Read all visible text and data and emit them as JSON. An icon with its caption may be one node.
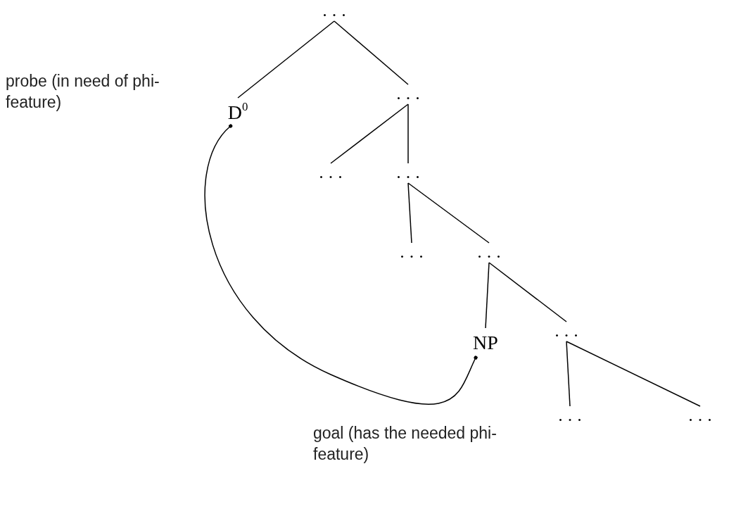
{
  "diagram": {
    "nodes": [
      {
        "text": [
          "..."
        ]
      },
      {
        "text": [
          "D$^{0}$"
        ]
      },
      {
        "text": [
          "..."
        ]
      },
      {
        "text": [
          "..."
        ]
      },
      {
        "text": [
          "..."
        ]
      },
      {
        "text": [
          "..."
        ]
      },
      {
        "text": [
          "..."
        ]
      },
      {
        "text": [
          "NP"
        ]
      },
      {
        "text": [
          "..."
        ]
      },
      {
        "text": [
          "..."
        ]
      },
      {
        "text": [
          "..."
        ]
      }
    ],
    "edges": [
      {
        "from": 0,
        "to": 1,
        "arrow": "none"
      },
      {
        "from": 0,
        "to": 2,
        "arrow": "none"
      },
      {
        "from": 2,
        "to": 3,
        "arrow": "none"
      },
      {
        "from": 2,
        "to": 4,
        "arrow": "none"
      },
      {
        "from": 4,
        "to": 5,
        "arrow": "none"
      },
      {
        "from": 4,
        "to": 6,
        "arrow": "none"
      },
      {
        "from": 6,
        "to": 7,
        "arrow": "none"
      },
      {
        "from": 6,
        "to": 8,
        "arrow": "none"
      },
      {
        "from": 8,
        "to": 9,
        "arrow": "none"
      },
      {
        "from": 8,
        "to": 10,
        "arrow": "none"
      },
      {
        "from": 1,
        "to": 7,
        "arrow": "other"
      }
    ],
    "labels": [
      "probe (in need of phi-feature)",
      "goal (has the needed phi-feature)"
    ]
  }
}
